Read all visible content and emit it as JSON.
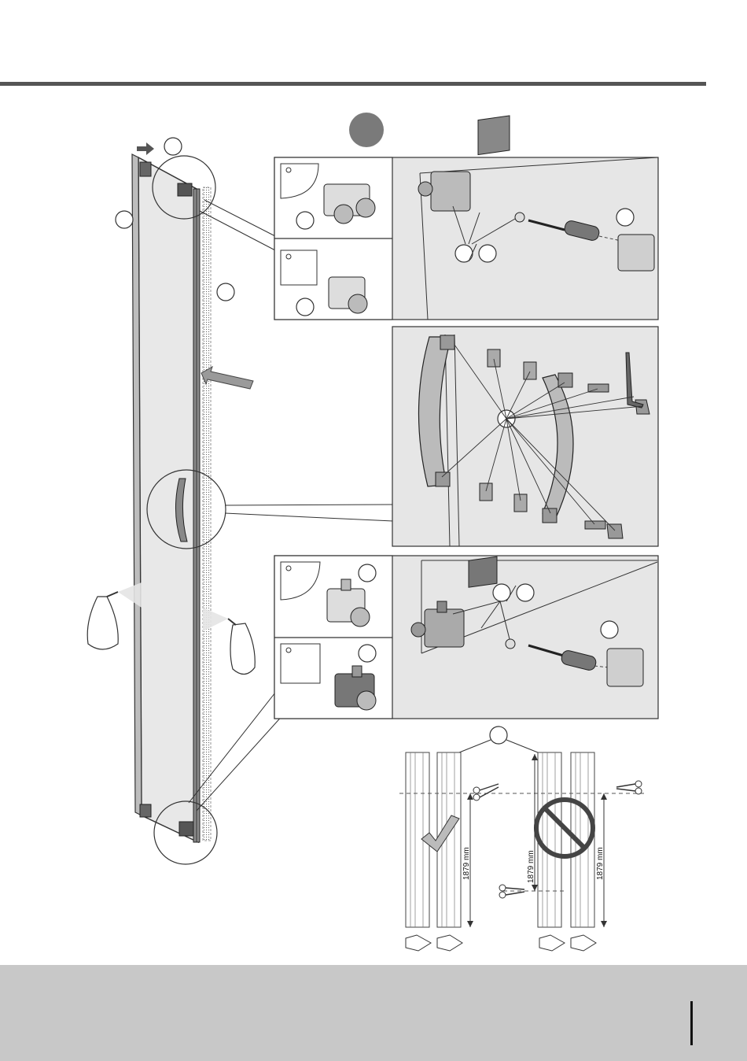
{
  "page": {
    "header_rule": "dark-gray-bar",
    "footer_band": "light-gray-band",
    "step_marker": "filled-gray-circle"
  },
  "measurements": {
    "left_ok": "1879 mm",
    "middle_wrong": "1879 mm",
    "right_wrong": "1879 mm"
  },
  "colors": {
    "panel_fill": "#e6e6e6",
    "step_circle": "#7a7a7a",
    "frame_dark": "#444444",
    "footer": "#c8c8c8"
  },
  "icons": [
    "scissors-icon",
    "checkmark-icon",
    "prohibited-icon",
    "screwdriver-icon",
    "hex-key-icon",
    "spray-bottle-icon",
    "arrow-icon"
  ]
}
